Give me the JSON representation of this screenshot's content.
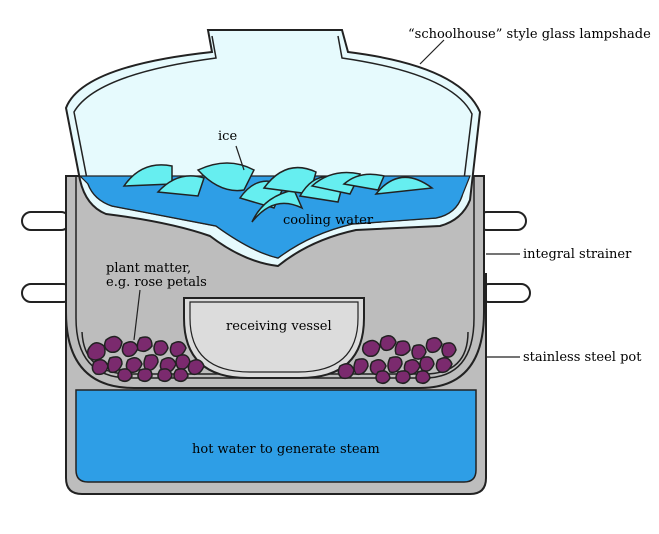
{
  "labels": {
    "lampshade": "“schoolhouse” style glass lampshade",
    "ice": "ice",
    "cooling_water": "cooling water",
    "integral_strainer": "integral strainer",
    "plant_matter_line1": "plant matter,",
    "plant_matter_line2": "e.g. rose petals",
    "receiving_vessel": "receiving vessel",
    "stainless_steel_pot": "stainless steel pot",
    "hot_water": "hot water to generate steam"
  },
  "colors": {
    "glass": "#e6fafd",
    "water": "#2e9ee6",
    "ice": "#66eef0",
    "steel": "#bdbdbd",
    "vessel": "#dcdcdc",
    "petals": "#7b2a6e",
    "outline": "#222222"
  }
}
